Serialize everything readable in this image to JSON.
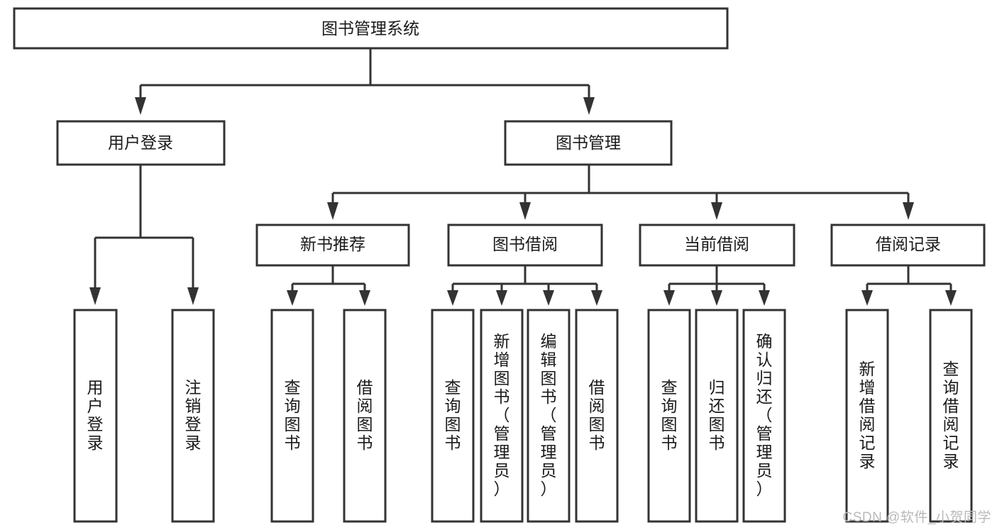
{
  "diagram": {
    "type": "tree-hierarchy-chart",
    "title_node": "图书管理系统",
    "levels": {
      "level1": [
        "图书管理系统"
      ],
      "level2": [
        "用户登录",
        "图书管理"
      ],
      "level3": [
        "新书推荐",
        "图书借阅",
        "当前借阅",
        "借阅记录"
      ],
      "level4": [
        "用户登录",
        "注销登录",
        "查询图书",
        "借阅图书",
        "查询图书",
        "新增图书（管理员）",
        "编辑图书（管理员）",
        "借阅图书",
        "查询图书",
        "归还图书",
        "确认归还（管理员）",
        "新增借阅记录",
        "查询借阅记录"
      ]
    },
    "nodes": {
      "root": {
        "label": "图书管理系统"
      },
      "user_login": {
        "label": "用户登录"
      },
      "book_manage": {
        "label": "图书管理"
      },
      "new_book_rec": {
        "label": "新书推荐"
      },
      "book_borrow": {
        "label": "图书借阅"
      },
      "current_borrow": {
        "label": "当前借阅"
      },
      "borrow_record": {
        "label": "借阅记录"
      },
      "leaf_user_login": {
        "label": "用户登录"
      },
      "leaf_logout": {
        "label": "注销登录"
      },
      "leaf_query_book_1": {
        "label": "查询图书"
      },
      "leaf_borrow_book_1": {
        "label": "借阅图书"
      },
      "leaf_query_book_2": {
        "label": "查询图书"
      },
      "leaf_add_book_admin": {
        "label": "新增图书（管理员）"
      },
      "leaf_edit_book_admin": {
        "label": "编辑图书（管理员）"
      },
      "leaf_borrow_book_2": {
        "label": "借阅图书"
      },
      "leaf_query_book_3": {
        "label": "查询图书"
      },
      "leaf_return_book": {
        "label": "归还图书"
      },
      "leaf_confirm_return_admin": {
        "label": "确认归还（管理员）"
      },
      "leaf_add_borrow_record": {
        "label": "新增借阅记录"
      },
      "leaf_query_borrow_record": {
        "label": "查询借阅记录"
      }
    },
    "colors": {
      "stroke": "#333333",
      "fill": "#ffffff",
      "text": "#1a1a1a",
      "background": "#ffffff",
      "watermark": "#b9b9b9"
    }
  },
  "watermark": {
    "text": "CSDN @软件_小贺同学"
  }
}
